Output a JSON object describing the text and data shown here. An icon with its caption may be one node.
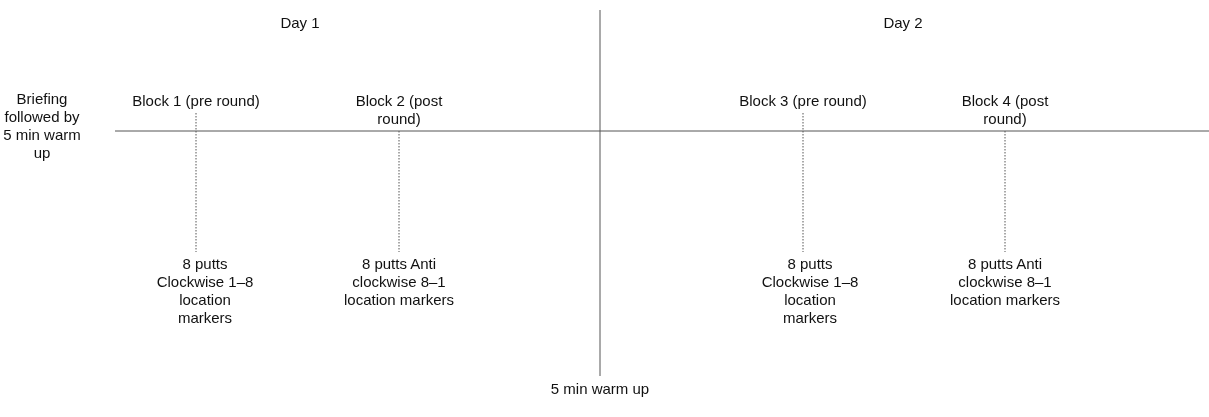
{
  "diagram": {
    "nodes": [
      {
        "text": [
          "Block 1 (pre round)"
        ]
      },
      {
        "text": [
          "8 putts Clockwise 1–8 location markers"
        ]
      },
      {
        "text": [
          "Block 2 (post round)"
        ]
      },
      {
        "text": [
          "8 putts Anti clockwise 8–1 location markers"
        ]
      },
      {
        "text": [
          "Block 3 (pre round)"
        ]
      },
      {
        "text": [
          "8 putts Clockwise 1–8 location markers"
        ]
      },
      {
        "text": [
          "Block 4 (post round)"
        ]
      },
      {
        "text": [
          "8 putts Anti clockwise 8–1 location markers"
        ]
      }
    ],
    "edges": [
      {
        "from": 0,
        "to": 1,
        "arrow": "none",
        "style": "dashed"
      },
      {
        "from": 2,
        "to": 3,
        "arrow": "none",
        "style": "dashed"
      },
      {
        "from": 4,
        "to": 5,
        "arrow": "none",
        "style": "dashed"
      },
      {
        "from": 6,
        "to": 7,
        "arrow": "none",
        "style": "dashed"
      }
    ],
    "labels": [
      "Day 1",
      "Day 2",
      "Briefing followed by 5 min warm up",
      "5 min warm up"
    ]
  }
}
